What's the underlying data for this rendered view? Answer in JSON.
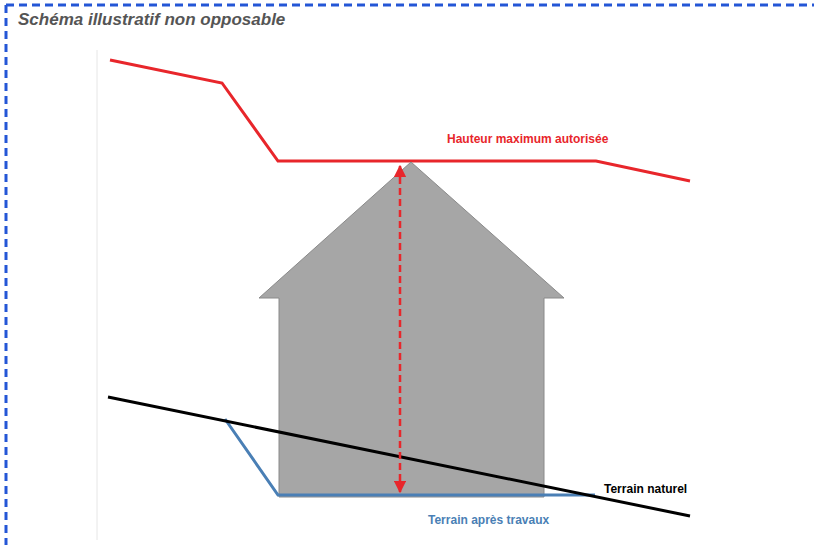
{
  "diagram": {
    "title": "Schéma illustratif non opposable",
    "labels": [
      "Hauteur maximum autorisée",
      "Terrain naturel",
      "Terrain après travaux"
    ]
  }
}
